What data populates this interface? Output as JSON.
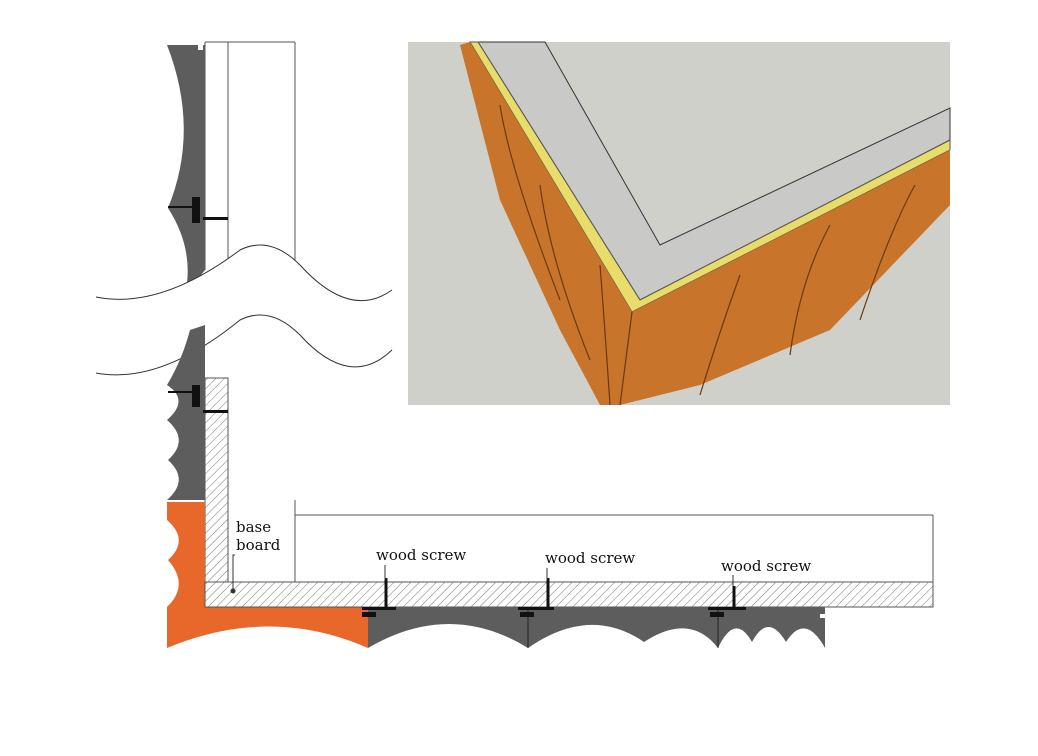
{
  "labels": {
    "base_board_line1": "base",
    "base_board_line2": "board",
    "wood_screw_1": "wood screw",
    "wood_screw_2": "wood screw",
    "wood_screw_3": "wood screw"
  },
  "colors": {
    "panel_gray": "#5d5d5d",
    "panel_orange": "#e8672a",
    "photo_background": "#d0d0cb",
    "wood_brown": "#c8742a",
    "insulation_yellow": "#e8dc6a",
    "concrete": "#c9c9c7"
  }
}
